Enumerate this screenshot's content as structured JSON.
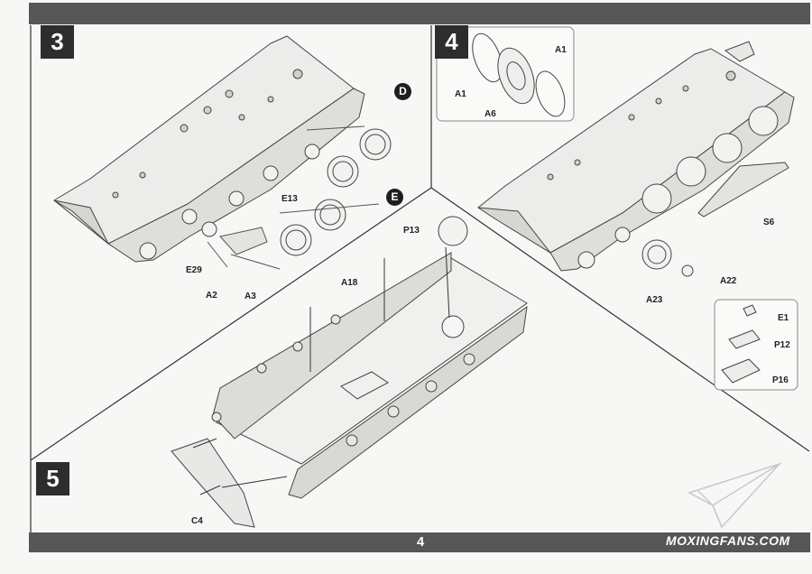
{
  "page": {
    "number": "4"
  },
  "steps": {
    "s3": "3",
    "s4": "4",
    "s5": "5"
  },
  "callouts": {
    "d": "D",
    "e": "E"
  },
  "parts": {
    "e13": "E13",
    "e29": "E29",
    "a2": "A2",
    "a3": "A3",
    "a1_left": "A1",
    "a1_right": "A1",
    "a6": "A6",
    "s6": "S6",
    "a22": "A22",
    "a23": "A23",
    "e1": "E1",
    "p12": "P12",
    "p16": "P16",
    "p13": "P13",
    "a18": "A18",
    "c4": "C4"
  },
  "watermark": {
    "text": "MOXINGFANS.COM"
  },
  "colors": {
    "bar": "#555658",
    "step_box": "#2d2d2f",
    "part_fill": "#e9e9e7",
    "line": "#444444"
  }
}
